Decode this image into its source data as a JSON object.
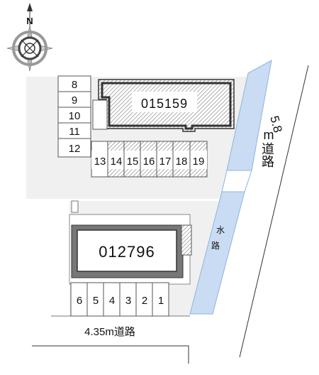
{
  "compass": {
    "north_label": "N",
    "icon": "compass-rose-icon"
  },
  "buildings": {
    "top": {
      "id": "015159"
    },
    "bottom": {
      "id": "012796"
    }
  },
  "parking": {
    "left_column": [
      "8",
      "9",
      "10",
      "11",
      "12"
    ],
    "top_row": [
      "13",
      "14",
      "15",
      "16",
      "17",
      "18",
      "19"
    ],
    "bottom_row": [
      "6",
      "5",
      "4",
      "3",
      "2",
      "1"
    ]
  },
  "roads": {
    "east_width": "5.8",
    "east_unit": "m",
    "east_name": "道路",
    "south": "4.35m道路"
  },
  "waterway": {
    "line1": "水",
    "line2": "路"
  },
  "colors": {
    "waterway": "#c9dcf3",
    "lot": "#f0f0f0",
    "building": "#555555"
  }
}
